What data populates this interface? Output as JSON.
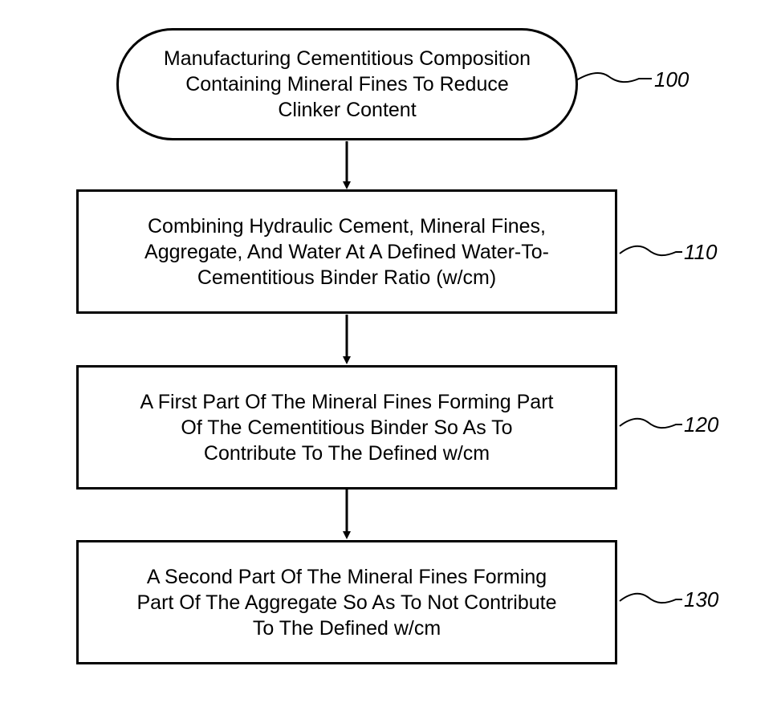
{
  "flowchart": {
    "steps": [
      {
        "text": "Manufacturing Cementitious Composition Containing Mineral Fines To Reduce Clinker Content",
        "ref": "100"
      },
      {
        "text": "Combining Hydraulic Cement, Mineral Fines, Aggregate, And Water At A Defined Water-To-Cementitious Binder Ratio (w/cm)",
        "ref": "110"
      },
      {
        "text": "A First Part Of The Mineral Fines Forming Part Of The Cementitious Binder So As To Contribute To The Defined w/cm",
        "ref": "120"
      },
      {
        "text": "A Second Part Of The Mineral Fines Forming Part Of The Aggregate So As To Not Contribute To The Defined w/cm",
        "ref": "130"
      }
    ]
  }
}
